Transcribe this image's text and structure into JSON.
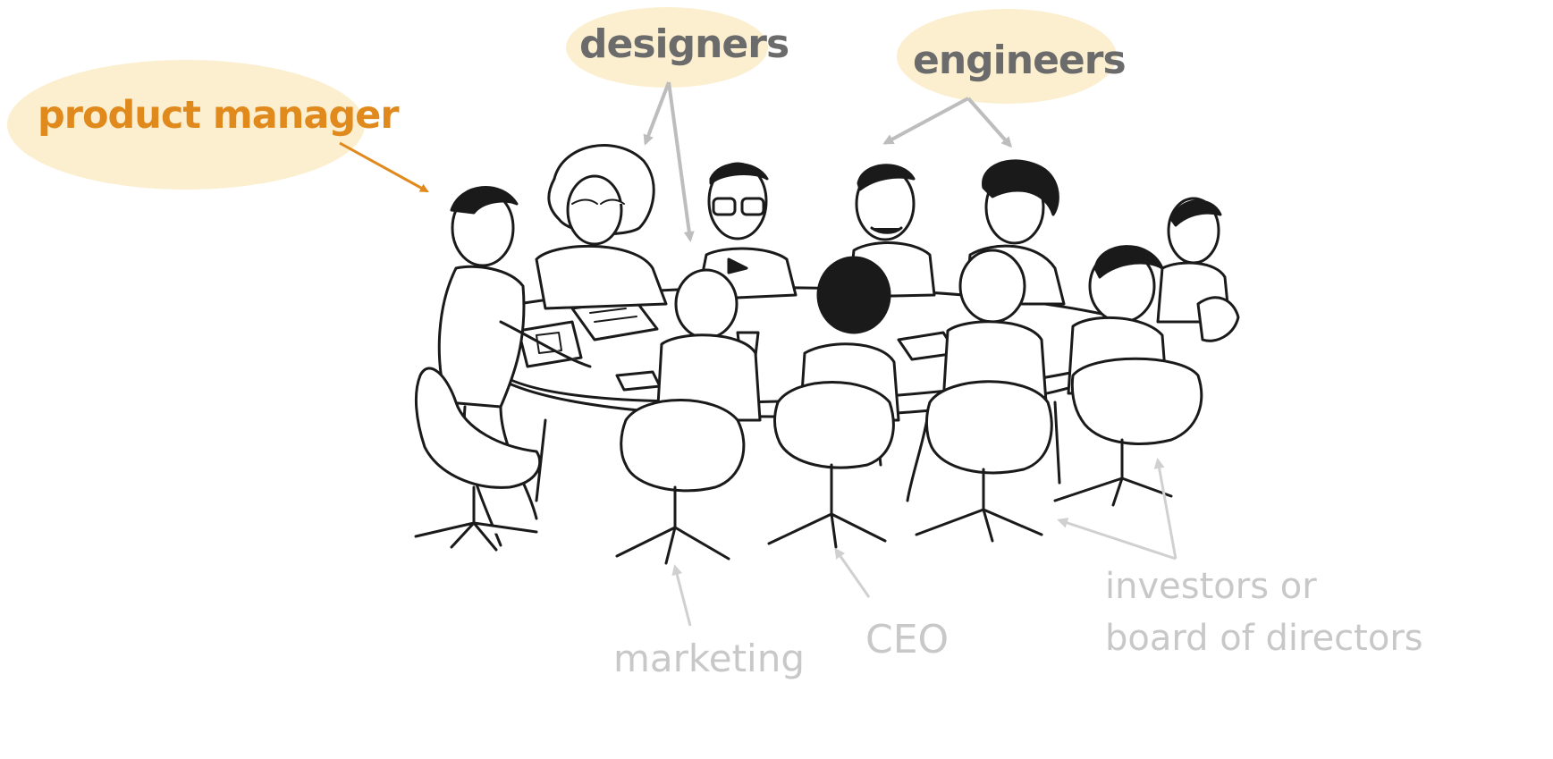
{
  "labels": {
    "product_manager": "product manager",
    "designers": "designers",
    "engineers": "engineers",
    "marketing": "marketing",
    "ceo": "CEO",
    "investors_line1": "investors or",
    "investors_line2": "board of directors"
  },
  "colors": {
    "bubble": "#fbefcf",
    "accent": "#e08a1e",
    "label_dark": "#6b6b6b",
    "label_light": "#c8c8c8",
    "arrow_gray": "#bdbdbd",
    "ink": "#1a1a1a"
  },
  "illustration": {
    "subject": "cartoon-meeting-table"
  }
}
